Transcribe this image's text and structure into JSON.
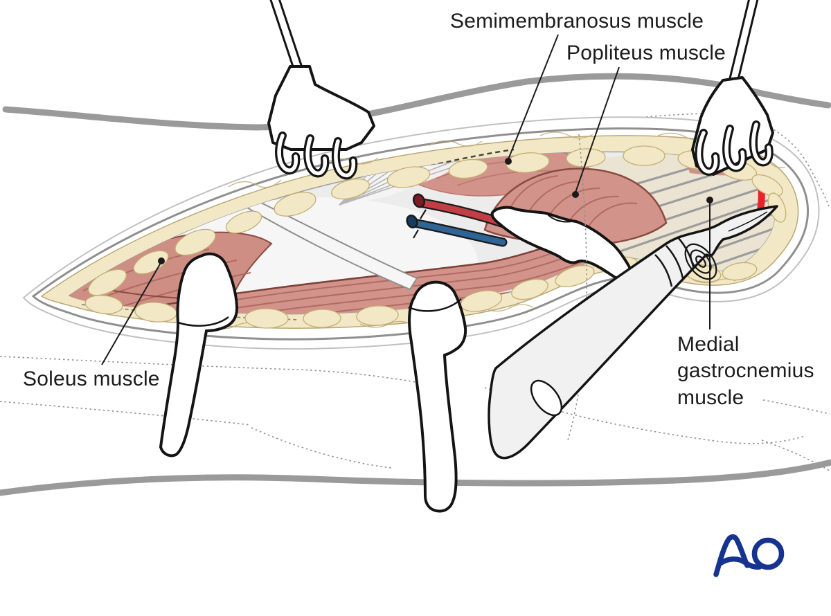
{
  "labels": {
    "semimembranosus": "Semimembranosus muscle",
    "popliteus": "Popliteus muscle",
    "soleus": "Soleus muscle",
    "medial_gastrocnemius": "Medial gastrocnemius muscle"
  },
  "logo": {
    "text": "AO",
    "color": "#16338f"
  },
  "colors": {
    "muscle": "#d2948a",
    "muscle_striation": "#b06a61",
    "muscle_outline": "#7e4038",
    "deep_muscle": "#a65c54",
    "fat": "#f3e8c5",
    "fat_line": "#b8a674",
    "fascia_gray": "#ececec",
    "tendon_cream": "#ebe4d3",
    "tendon_stripe": "#9c9c9c",
    "incision_red": "#e8232a",
    "artery_red": "#c13f44",
    "artery_cap": "#7e1b22",
    "vein_blue": "#2f6496",
    "vein_cap": "#173c5f",
    "skin_contour_gray": "#9a9a9a",
    "instrument_fill": "#f1f1f1",
    "outline_black": "#141414"
  }
}
